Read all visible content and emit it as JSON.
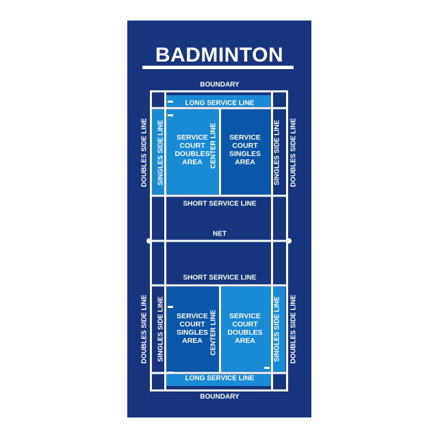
{
  "title": "BADMINTON",
  "colors": {
    "background": "#17347f",
    "singles_area": "#0a56a8",
    "doubles_area": "#1a8ad4",
    "lines": "#ffffff"
  },
  "labels": {
    "boundary_top": "BOUNDARY",
    "boundary_bottom": "BOUNDARY",
    "long_service_top": "LONG SERVICE LINE",
    "long_service_bottom": "LONG SERVICE LINE",
    "short_service_top": "SHORT SERVICE LINE",
    "short_service_bottom": "SHORT SERVICE LINE",
    "net": "NET",
    "doubles_side_left_top": "DOUBLES SIDE LINE",
    "doubles_side_right_top": "DOUBLES SIDE LINE",
    "doubles_side_left_bottom": "DOUBLES SIDE LINE",
    "doubles_side_right_bottom": "DOUBLES SIDE LINE",
    "singles_side_left_top": "SINGLES SIDE LINE",
    "singles_side_right_top": "SINGLES SIDE LINE",
    "singles_side_left_bottom": "SINGLES SIDE LINE",
    "singles_side_right_bottom": "SINGLES SIDE LINE",
    "center_top": "CENTER LINE",
    "center_bottom": "CENTER LINE",
    "area_top_left": "SERVICE COURT DOUBLES AREA",
    "area_top_right": "SERVICE COURT SINGLES AREA",
    "area_bottom_left": "SERVICE COURT SINGLES AREA",
    "area_bottom_right": "SERVICE COURT DOUBLES AREA"
  }
}
